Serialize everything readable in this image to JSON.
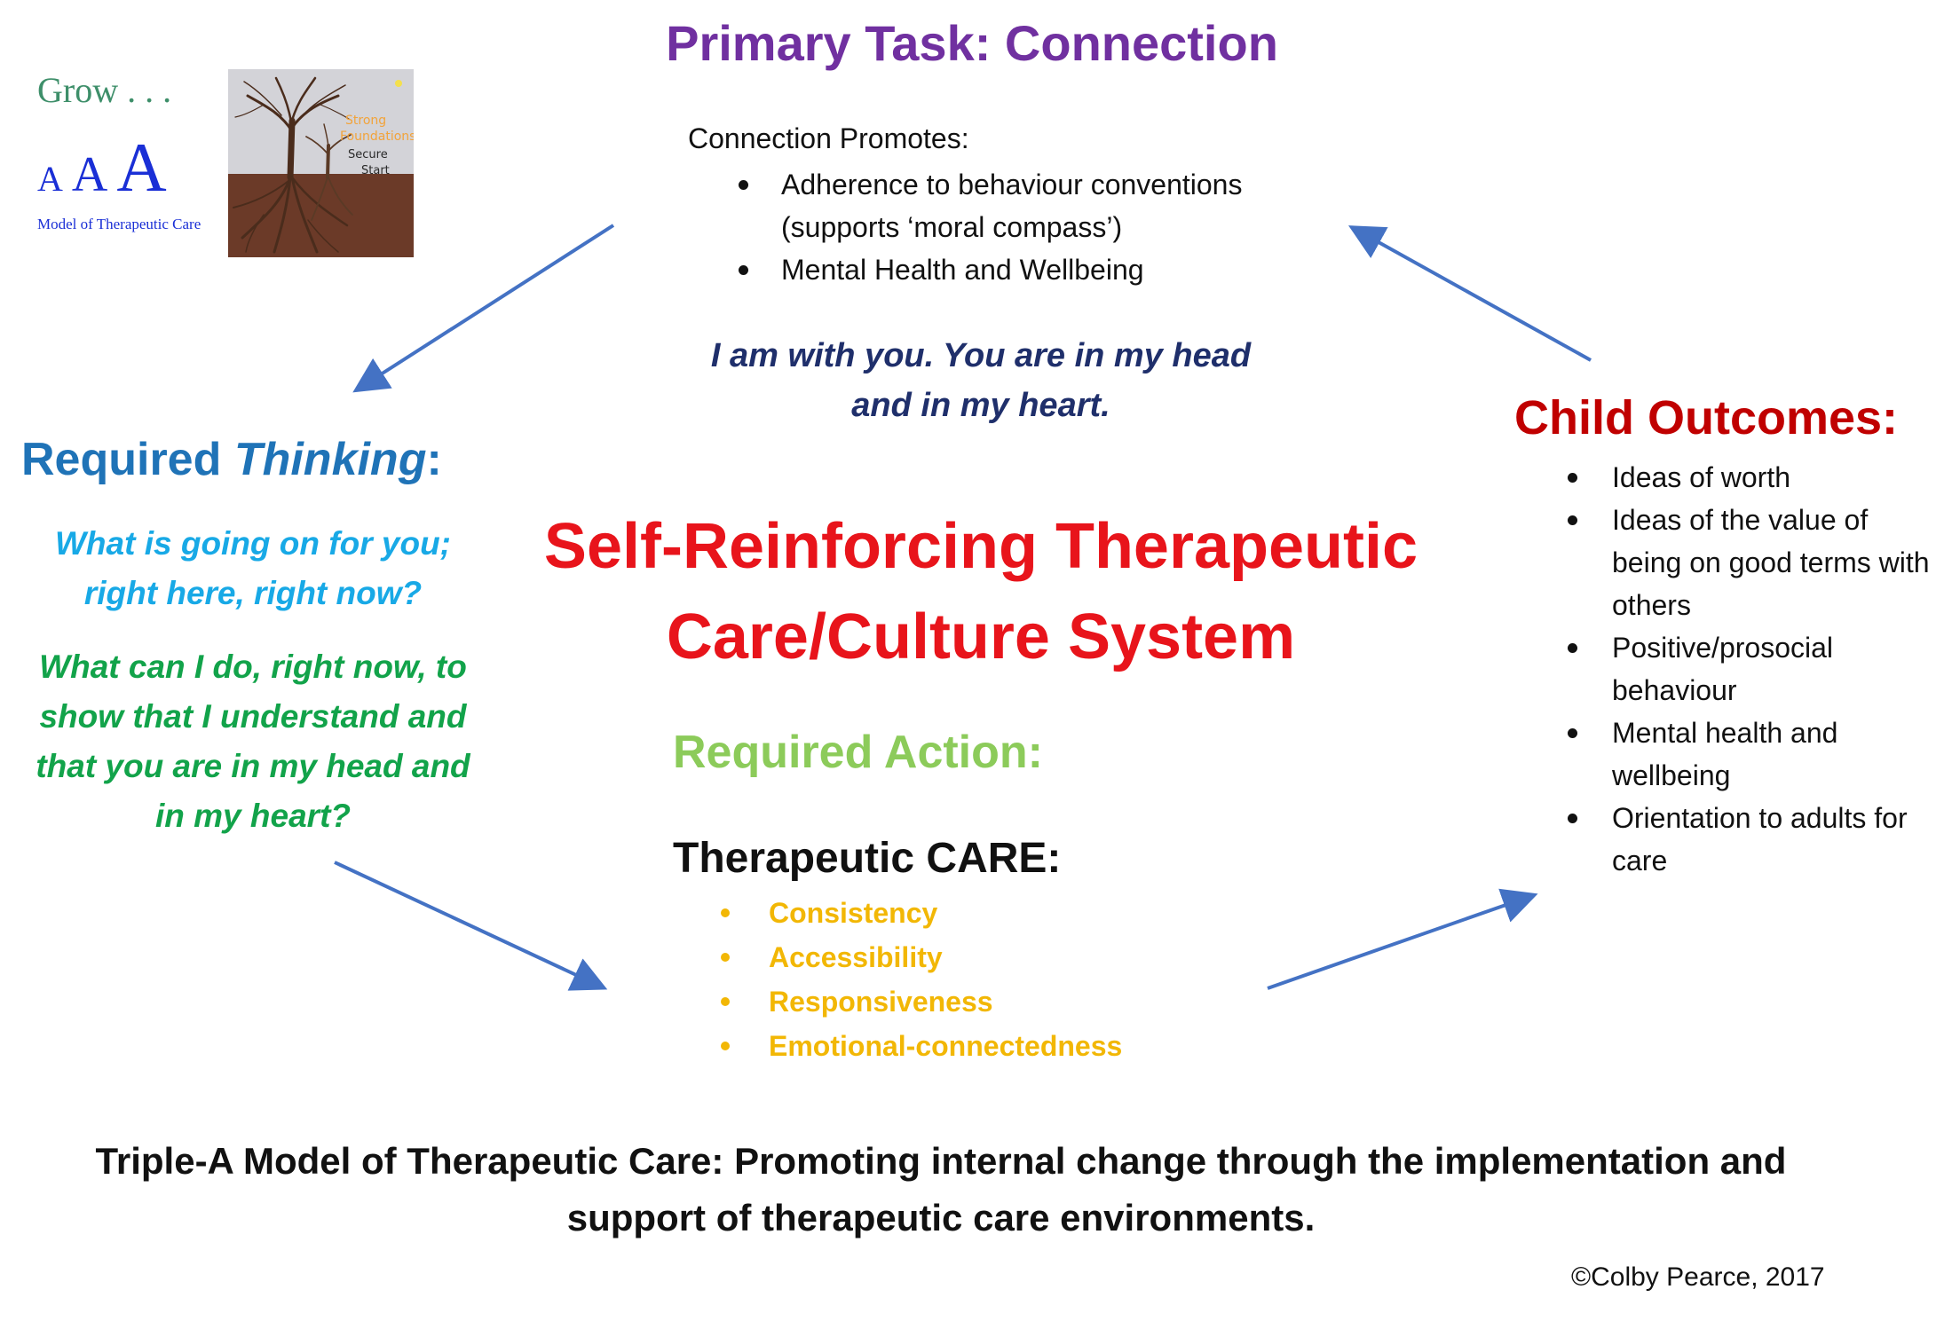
{
  "logo": {
    "grow_text": "Grow . . .",
    "letters": [
      "A",
      "A",
      "A"
    ],
    "subtitle": "Model of Therapeutic Care",
    "image_lines": [
      "Strong",
      "Foundations",
      "Secure",
      "Start"
    ],
    "colors": {
      "grow": "#3e8f6a",
      "letters": "#1a2fd6"
    }
  },
  "primary_task": {
    "title": "Primary Task: Connection",
    "promotes_heading": "Connection Promotes:",
    "bullets": [
      "Adherence to behaviour conventions (supports ‘moral compass’)",
      "Mental Health and Wellbeing"
    ],
    "quote_lines": [
      "I am with you. You are in my head",
      "and in my heart."
    ],
    "colors": {
      "title": "#7030a0",
      "quote": "#1f2f6b"
    }
  },
  "required_thinking": {
    "title_prefix": "Required ",
    "title_italic": "Thinking",
    "title_suffix": ":",
    "question_one_lines": [
      "What is going on for you;",
      "right here, right now?"
    ],
    "question_two_lines": [
      "What can I do, right now, to",
      "show that I understand and",
      "that you are in my head and",
      "in my heart?"
    ],
    "colors": {
      "title": "#1f73b7",
      "question_one": "#18a9e6",
      "question_two": "#12a34a"
    }
  },
  "centre": {
    "system_title_lines": [
      "Self-Reinforcing Therapeutic",
      "Care/Culture System"
    ],
    "action_heading": "Required Action:",
    "care_heading": "Therapeutic CARE:",
    "care_items": [
      "Consistency",
      "Accessibility",
      "Responsiveness",
      "Emotional-connectedness"
    ],
    "colors": {
      "system_title": "#e8141b",
      "action": "#8ccb5a",
      "care_items": "#f2b705"
    }
  },
  "child_outcomes": {
    "title": "Child Outcomes:",
    "items": [
      "Ideas of worth",
      "Ideas of the value of being on good terms with others",
      "Positive/prosocial behaviour",
      "Mental health and wellbeing",
      "Orientation to adults for care"
    ],
    "colors": {
      "title": "#c00000"
    }
  },
  "footer": {
    "caption_lines": [
      "Triple-A Model of Therapeutic Care: Promoting internal change through the implementation and",
      "support of therapeutic care environments."
    ],
    "copyright": "©Colby Pearce, 2017"
  },
  "arrow_color": "#4472c4"
}
